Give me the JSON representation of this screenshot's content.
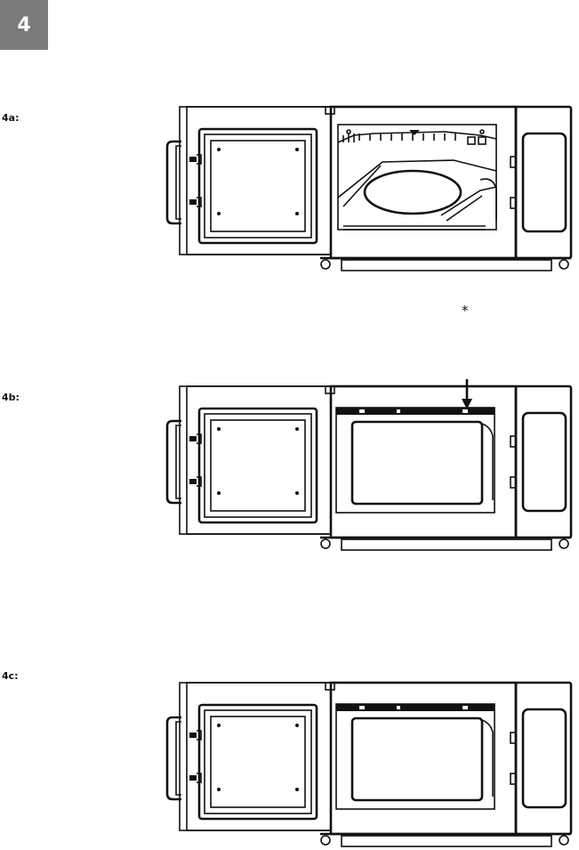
{
  "page": {
    "step_number": "4",
    "figures": [
      {
        "id": "4a",
        "label": "4a:"
      },
      {
        "id": "4b",
        "label": "4b:",
        "callout": "*"
      },
      {
        "id": "4c",
        "label": "4c:"
      }
    ]
  },
  "icons": {
    "figure_4a": "microwave-open-door-cavity-icon",
    "figure_4b": "microwave-open-door-cover-installed-icon",
    "figure_4c": "microwave-open-door-cover-installed-icon"
  }
}
